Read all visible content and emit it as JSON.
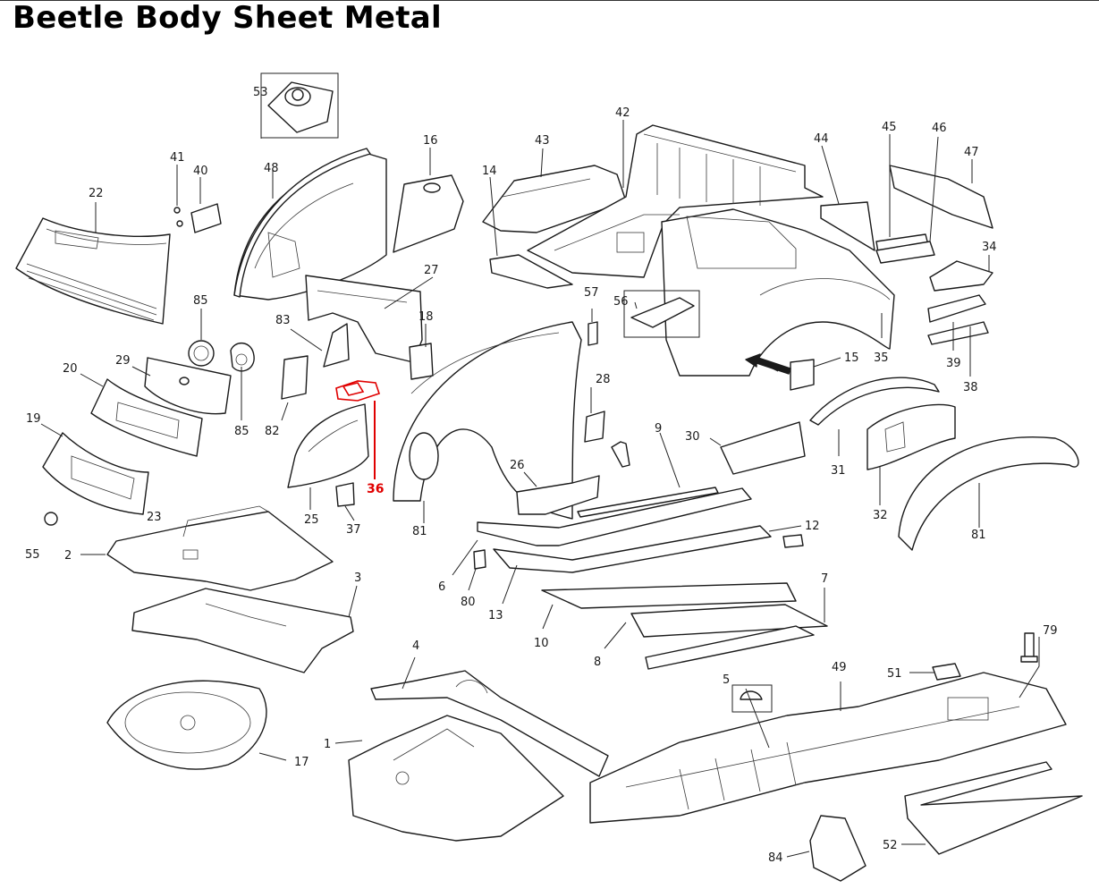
{
  "title": "Beetle Body Sheet Metal",
  "highlight_color": "#e00000",
  "highlighted_part": "36",
  "callouts": [
    "1",
    "2",
    "3",
    "4",
    "5",
    "6",
    "7",
    "8",
    "9",
    "10",
    "12",
    "13",
    "14",
    "15",
    "16",
    "17",
    "18",
    "19",
    "20",
    "22",
    "23",
    "25",
    "26",
    "27",
    "28",
    "29",
    "30",
    "31",
    "32",
    "34",
    "35",
    "36",
    "37",
    "38",
    "39",
    "40",
    "41",
    "42",
    "43",
    "44",
    "45",
    "46",
    "47",
    "48",
    "49",
    "51",
    "52",
    "53",
    "55",
    "56",
    "57",
    "79",
    "80",
    "81",
    "81",
    "82",
    "83",
    "84",
    "85",
    "85"
  ]
}
